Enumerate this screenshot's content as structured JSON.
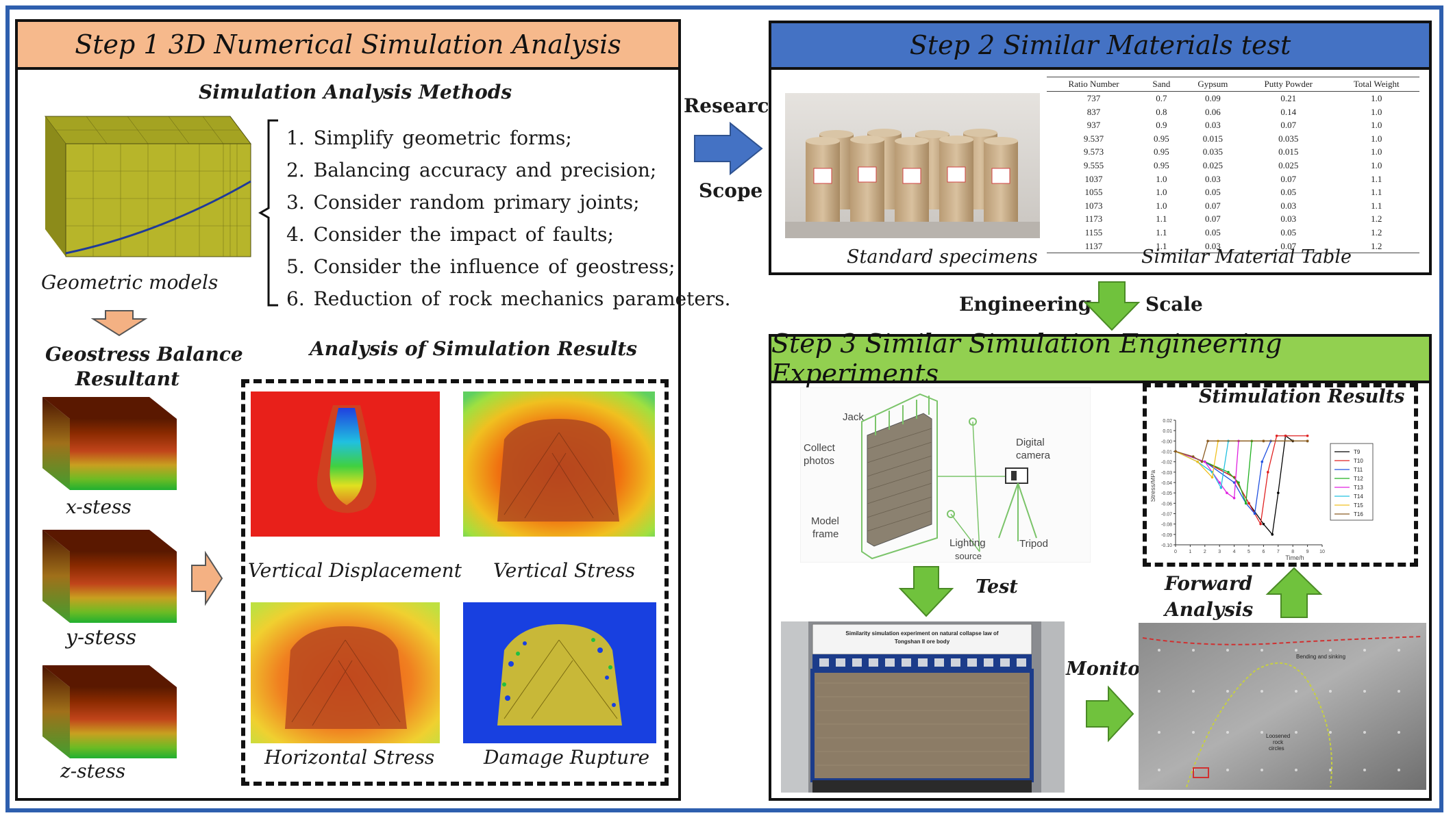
{
  "step1": {
    "title": "Step 1 3D Numerical Simulation Analysis",
    "methods_title": "Simulation Analysis Methods",
    "geometric_caption": "Geometric models",
    "methods": [
      "1. Simplify geometric forms;",
      "2. Balancing accuracy and precision;",
      "3. Consider random primary joints;",
      "4. Consider the impact of faults;",
      "5. Consider the influence of geostress;",
      "6. Reduction of rock mechanics parameters."
    ],
    "geostress_title_1": "Geostress Balance",
    "geostress_title_2": "Resultant",
    "stress_cubes": [
      "x-stess",
      "y-stess",
      "z-stess"
    ],
    "results_title": "Analysis of Simulation Results",
    "results": [
      "Vertical Displacement",
      "Vertical Stress",
      "Horizontal Stress",
      "Damage Rupture"
    ]
  },
  "connectors": {
    "research": "Research",
    "scope": "Scope",
    "engineering": "Engineering",
    "scale": "Scale",
    "test": "Test",
    "monitor": "Monitor",
    "forward_1": "Forward",
    "forward_2": "Analysis"
  },
  "step2": {
    "title": "Step 2 Similar Materials test",
    "specimens_caption": "Standard specimens",
    "table_caption": "Similar Material Table",
    "table_headers": [
      "Ratio Number",
      "Sand",
      "Gypsum",
      "Putty Powder",
      "Total Weight"
    ],
    "table_rows": [
      [
        "737",
        "0.7",
        "0.09",
        "0.21",
        "1.0"
      ],
      [
        "837",
        "0.8",
        "0.06",
        "0.14",
        "1.0"
      ],
      [
        "937",
        "0.9",
        "0.03",
        "0.07",
        "1.0"
      ],
      [
        "9.537",
        "0.95",
        "0.015",
        "0.035",
        "1.0"
      ],
      [
        "9.573",
        "0.95",
        "0.035",
        "0.015",
        "1.0"
      ],
      [
        "9.555",
        "0.95",
        "0.025",
        "0.025",
        "1.0"
      ],
      [
        "1037",
        "1.0",
        "0.03",
        "0.07",
        "1.1"
      ],
      [
        "1055",
        "1.0",
        "0.05",
        "0.05",
        "1.1"
      ],
      [
        "1073",
        "1.0",
        "0.07",
        "0.03",
        "1.1"
      ],
      [
        "1173",
        "1.1",
        "0.07",
        "0.03",
        "1.2"
      ],
      [
        "1155",
        "1.1",
        "0.05",
        "0.05",
        "1.2"
      ],
      [
        "1137",
        "1.1",
        "0.03",
        "0.07",
        "1.2"
      ]
    ]
  },
  "step3": {
    "title": "Step 3 Similar Simulation Engineering Experiments",
    "setup_labels": {
      "jack": "Jack",
      "collect_1": "Collect",
      "collect_2": "photos",
      "model_1": "Model",
      "model_2": "frame",
      "camera_1": "Digital",
      "camera_2": "camera",
      "lighting_1": "Lighting",
      "lighting_2": "source",
      "tripod": "Tripod"
    },
    "results_title": "Stimulation Results",
    "chart_legend": [
      "T9",
      "T10",
      "T11",
      "T12",
      "T13",
      "T14",
      "T15",
      "T16"
    ],
    "chart_ylabel": "Stress/MPa",
    "chart_xlabel": "Time/h",
    "experiment_banner_1": "Similarity simulation experiment on natural collapse law of",
    "experiment_banner_2": "Tongshan II ore body",
    "monitor_labels": {
      "bending": "Bending and sinking",
      "loosened_1": "Loosened",
      "loosened_2": "rock",
      "loosened_3": "circles"
    }
  },
  "colors": {
    "step1_header": "#f6b98c",
    "step2_header": "#4472c4",
    "step3_header": "#92d050",
    "blue_arrow": "#4472c4",
    "green_arrow": "#70c23d",
    "orange_arrow": "#f4b183"
  },
  "chart_data": {
    "type": "line",
    "title": "Stimulation Results",
    "xlabel": "Time/h",
    "ylabel": "Stress/MPa",
    "xlim": [
      0,
      10
    ],
    "ylim": [
      -0.1,
      0.02
    ],
    "series": [
      {
        "name": "T9",
        "x": [
          0,
          2,
          4,
          5,
          6,
          6.6,
          7,
          7.5,
          8,
          9
        ],
        "y": [
          -0.01,
          -0.02,
          -0.035,
          -0.06,
          -0.08,
          -0.09,
          -0.05,
          0.005,
          0,
          0
        ]
      },
      {
        "name": "T10",
        "x": [
          0,
          2,
          4,
          5,
          5.8,
          6.3,
          6.9,
          7.5,
          9
        ],
        "y": [
          -0.01,
          -0.02,
          -0.035,
          -0.06,
          -0.08,
          -0.03,
          0.005,
          0.005,
          0.005
        ]
      },
      {
        "name": "T11",
        "x": [
          0,
          2,
          4,
          4.8,
          5.4,
          5.9,
          6.5,
          9
        ],
        "y": [
          -0.01,
          -0.02,
          -0.04,
          -0.06,
          -0.07,
          -0.02,
          0,
          0
        ]
      },
      {
        "name": "T12",
        "x": [
          0,
          2,
          3.6,
          4.3,
          4.8,
          5.2,
          6,
          9
        ],
        "y": [
          -0.01,
          -0.02,
          -0.03,
          -0.04,
          -0.06,
          0,
          0,
          0
        ]
      },
      {
        "name": "T13",
        "x": [
          0,
          2,
          3,
          3.5,
          4,
          4.3,
          6,
          9
        ],
        "y": [
          -0.01,
          -0.02,
          -0.04,
          -0.05,
          -0.055,
          0,
          0,
          0
        ]
      },
      {
        "name": "T14",
        "x": [
          0,
          1.5,
          2.5,
          3.1,
          3.6,
          6,
          9
        ],
        "y": [
          -0.01,
          -0.02,
          -0.03,
          -0.045,
          0,
          0,
          0
        ]
      },
      {
        "name": "T15",
        "x": [
          0,
          1.5,
          2.5,
          2.9,
          6,
          9
        ],
        "y": [
          -0.01,
          -0.02,
          -0.035,
          0,
          0,
          0
        ]
      },
      {
        "name": "T16",
        "x": [
          0,
          1.2,
          1.8,
          2.2,
          6,
          9
        ],
        "y": [
          -0.01,
          -0.015,
          -0.02,
          0,
          0,
          0
        ]
      }
    ]
  }
}
